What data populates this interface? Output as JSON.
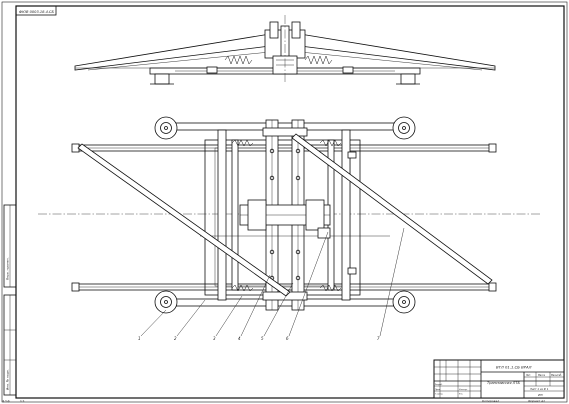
{
  "sheet": {
    "stamp_code": "ФЮВ 0003.18.4.СБ",
    "page_marker": "1:1",
    "watermark": "ф.3.ф"
  },
  "callouts": [
    "1",
    "2",
    "3",
    "4",
    "5",
    "6",
    "7"
  ],
  "title_block": {
    "document_code": "ВТЛ 01.1.СБ ВРАЛ",
    "name": "Трансмиссия ЛТБ",
    "sheet_info": "Лист 1 из Ф 1",
    "organization": "ИГУ",
    "format": "Формат А1",
    "copied": "Копировал",
    "column_headers": [
      "Лит.",
      "Масса",
      "Масштаб"
    ],
    "roles": [
      "Разраб.",
      "Пров.",
      "Т.контр.",
      "Н.контр.",
      "Утв."
    ]
  },
  "side_stamp": {
    "top_label": "Перв. примен.",
    "bottom_label": "Инв. № подл."
  }
}
